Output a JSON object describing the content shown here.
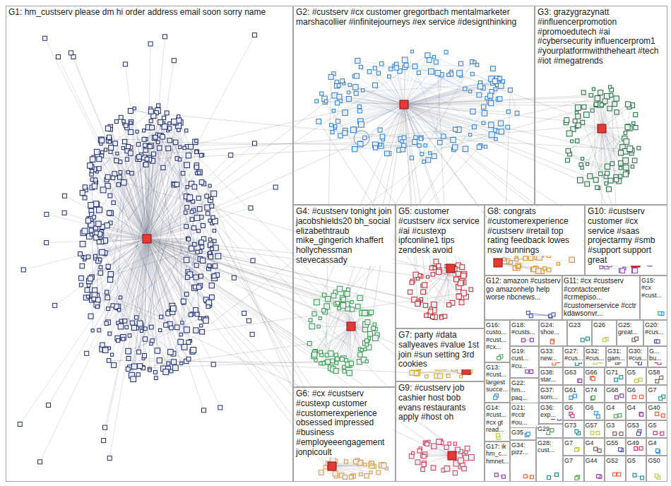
{
  "diagram": {
    "nodes": [
      {
        "text": [
          "G1: hm_custserv please dm hi order address email soon sorry name"
        ]
      },
      {
        "text": [
          "G2: #custserv #cx customer gregortbach mentalmarketer marshacollier #infinitejourneys #ex service #designthinking"
        ]
      },
      {
        "text": [
          "G3: grazygrazynatt #influencerpromotion #promoedutech #ai #cybersecurity influencerprom1 #yourplatformwiththeheart #tech #iot #megatrends"
        ]
      },
      {
        "text": [
          "G4: #custserv tonight join jacobshields20 bh_social elizabethtraub mike_gingerich khaffert hollychessman stevecassady"
        ]
      },
      {
        "text": [
          "G5: customer #custserv #cx service #ai #custexp ipfconline1 tips zendesk avoid"
        ]
      },
      {
        "text": [
          "G8: congrats #customerexperience #custserv #retail top rating feedback lowes nsw bunnings"
        ]
      },
      {
        "text": [
          "G10: #custserv customer #cx service #saas projectarmy #smb #support support great"
        ]
      },
      {
        "text": [
          "G12: amazon #custserv go amazonhelp help worse nbcnews..."
        ]
      },
      {
        "text": [
          "G11: #cx #custserv #contactcenter #crmepiso... #customerservice #cctr kdawsonvr..."
        ]
      },
      {
        "text": [
          "G15: #cx #cust..."
        ]
      },
      {
        "text": [
          "G16: custo... #cust... #cx..."
        ]
      },
      {
        "text": [
          "G18: #custs..."
        ]
      },
      {
        "text": [
          "G24: shoe..."
        ]
      },
      {
        "text": [
          "G23"
        ]
      },
      {
        "text": [
          "G26"
        ]
      },
      {
        "text": [
          "G25: great..."
        ]
      },
      {
        "text": [
          "G20: #cus..."
        ]
      },
      {
        "text": [
          "G7: party #data sallyeaves #value 1st join #sun setting 3rd cookies"
        ]
      },
      {
        "text": [
          "G9: #custserv job cashier host bob evans restaurants apply #host oh"
        ]
      },
      {
        "text": [
          "G6: #cx #custserv #custexp customer #customerexperience obsessed impressed #business #employeeengagement jonpicoult"
        ]
      },
      {
        "text": [
          "G19: cust... #cu..."
        ]
      },
      {
        "text": [
          "G33: new..."
        ]
      },
      {
        "text": [
          "G27: #cus..."
        ]
      },
      {
        "text": [
          "G32: #cus..."
        ]
      },
      {
        "text": [
          "G31: gam..."
        ]
      },
      {
        "text": [
          "G30: #cus..."
        ]
      },
      {
        "text": [
          "G... bu..."
        ]
      },
      {
        "text": [
          "G13: #cust... largest succe..."
        ]
      },
      {
        "text": [
          "G38: star..."
        ]
      },
      {
        "text": [
          "G63"
        ]
      },
      {
        "text": [
          "G66"
        ]
      },
      {
        "text": [
          "G71"
        ]
      },
      {
        "text": [
          "G5"
        ]
      },
      {
        "text": [
          "G58"
        ]
      },
      {
        "text": [
          "G22: hm... paq..."
        ]
      },
      {
        "text": [
          "G37: som..."
        ]
      },
      {
        "text": [
          "G61"
        ]
      },
      {
        "text": [
          "G74"
        ]
      },
      {
        "text": [
          "G68"
        ]
      },
      {
        "text": [
          "G6"
        ]
      },
      {
        "text": [
          "G7"
        ]
      },
      {
        "text": [
          "G14: #cust... #cx gt read..."
        ]
      },
      {
        "text": [
          "G21: #cctr #ou..."
        ]
      },
      {
        "text": [
          "G36: exp..."
        ]
      },
      {
        "text": [
          "G6"
        ]
      },
      {
        "text": [
          "G6"
        ]
      },
      {
        "text": [
          "G4"
        ]
      },
      {
        "text": [
          "G4"
        ]
      },
      {
        "text": [
          "G40"
        ]
      },
      {
        "text": [
          "G73"
        ]
      },
      {
        "text": [
          "G57"
        ]
      },
      {
        "text": [
          "G3"
        ]
      },
      {
        "text": [
          "G53"
        ]
      },
      {
        "text": [
          "G5"
        ]
      },
      {
        "text": [
          "G35"
        ]
      },
      {
        "text": [
          "G29"
        ]
      },
      {
        "text": [
          "G17: ik hm_c... hmnet..."
        ]
      },
      {
        "text": [
          "G34: pizz..."
        ]
      },
      {
        "text": [
          "G28: cust..."
        ]
      },
      {
        "text": [
          "G7"
        ]
      },
      {
        "text": [
          "G4"
        ]
      },
      {
        "text": [
          "G55"
        ]
      },
      {
        "text": [
          "G49"
        ]
      },
      {
        "text": [
          "G4"
        ]
      },
      {
        "text": [
          "G7"
        ]
      },
      {
        "text": [
          "G44"
        ]
      },
      {
        "text": [
          "G52"
        ]
      },
      {
        "text": [
          "G5"
        ]
      },
      {
        "text": [
          "G50"
        ]
      }
    ]
  }
}
